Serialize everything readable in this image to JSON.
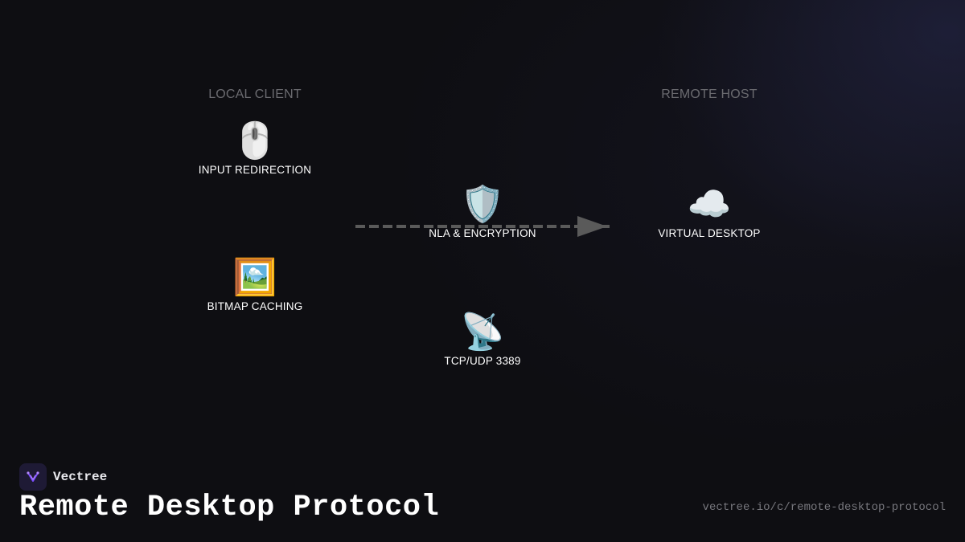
{
  "colors": {
    "background": "#0e0e12",
    "section_label": "#6b6b70",
    "node_label": "#ffffff",
    "connector": "#5a5a5a",
    "brand_accent": "#7c4dff"
  },
  "sections": {
    "local": "LOCAL CLIENT",
    "remote": "REMOTE HOST"
  },
  "nodes": {
    "input": {
      "emoji": "🖱️",
      "icon": "computer-mouse-icon",
      "label": "INPUT REDIRECTION"
    },
    "bitmap": {
      "emoji": "🖼️",
      "icon": "framed-picture-icon",
      "label": "BITMAP CACHING"
    },
    "nla": {
      "emoji": "🛡️",
      "icon": "shield-icon",
      "label": "NLA & ENCRYPTION"
    },
    "tcp": {
      "emoji": "📡",
      "icon": "satellite-antenna-icon",
      "label": "TCP/UDP 3389"
    },
    "virtual": {
      "emoji": "☁️",
      "icon": "cloud-icon",
      "label": "VIRTUAL DESKTOP"
    }
  },
  "connector": {
    "style": "dashed",
    "direction": "local-to-remote"
  },
  "brand": {
    "name": "Vectree",
    "logo_icon": "vectree-logo-icon"
  },
  "footer": {
    "title": "Remote Desktop Protocol",
    "url": "vectree.io/c/remote-desktop-protocol"
  }
}
